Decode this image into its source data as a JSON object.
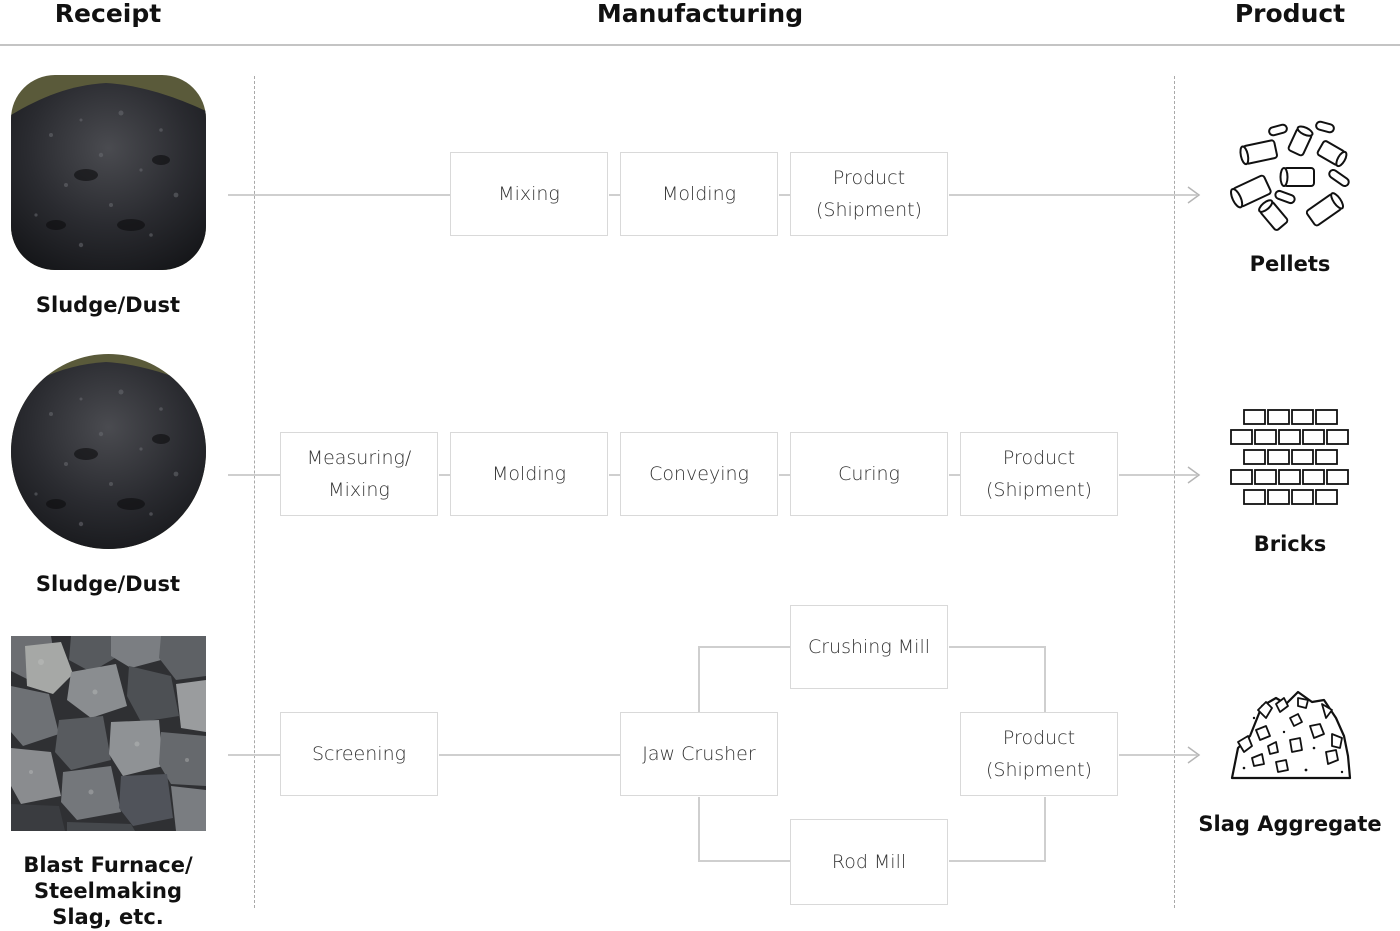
{
  "columns": {
    "receipt": "Receipt",
    "manufacturing": "Manufacturing",
    "product": "Product"
  },
  "rows": [
    {
      "source_label": "Sludge/Dust",
      "steps": [
        "Mixing",
        "Molding",
        "Product\n(Shipment)"
      ],
      "product_label": "Pellets",
      "product_icon": "pellets-icon"
    },
    {
      "source_label": "Sludge/Dust",
      "steps": [
        "Measuring/\nMixing",
        "Molding",
        "Conveying",
        "Curing",
        "Product\n(Shipment)"
      ],
      "product_label": "Bricks",
      "product_icon": "bricks-icon"
    },
    {
      "source_label": "Blast Furnace/\nSteelmaking\nSlag, etc.",
      "steps": [
        "Screening",
        "Jaw Crusher",
        "Crushing Mill",
        "Rod Mill",
        "Product\n(Shipment)"
      ],
      "product_label": "Slag Aggregate",
      "product_icon": "slag-aggregate-icon"
    }
  ],
  "colors": {
    "line": "#cfcfcf",
    "box_border": "#d9d9d9",
    "divider": "#a9a9a9",
    "text": "#333333"
  }
}
